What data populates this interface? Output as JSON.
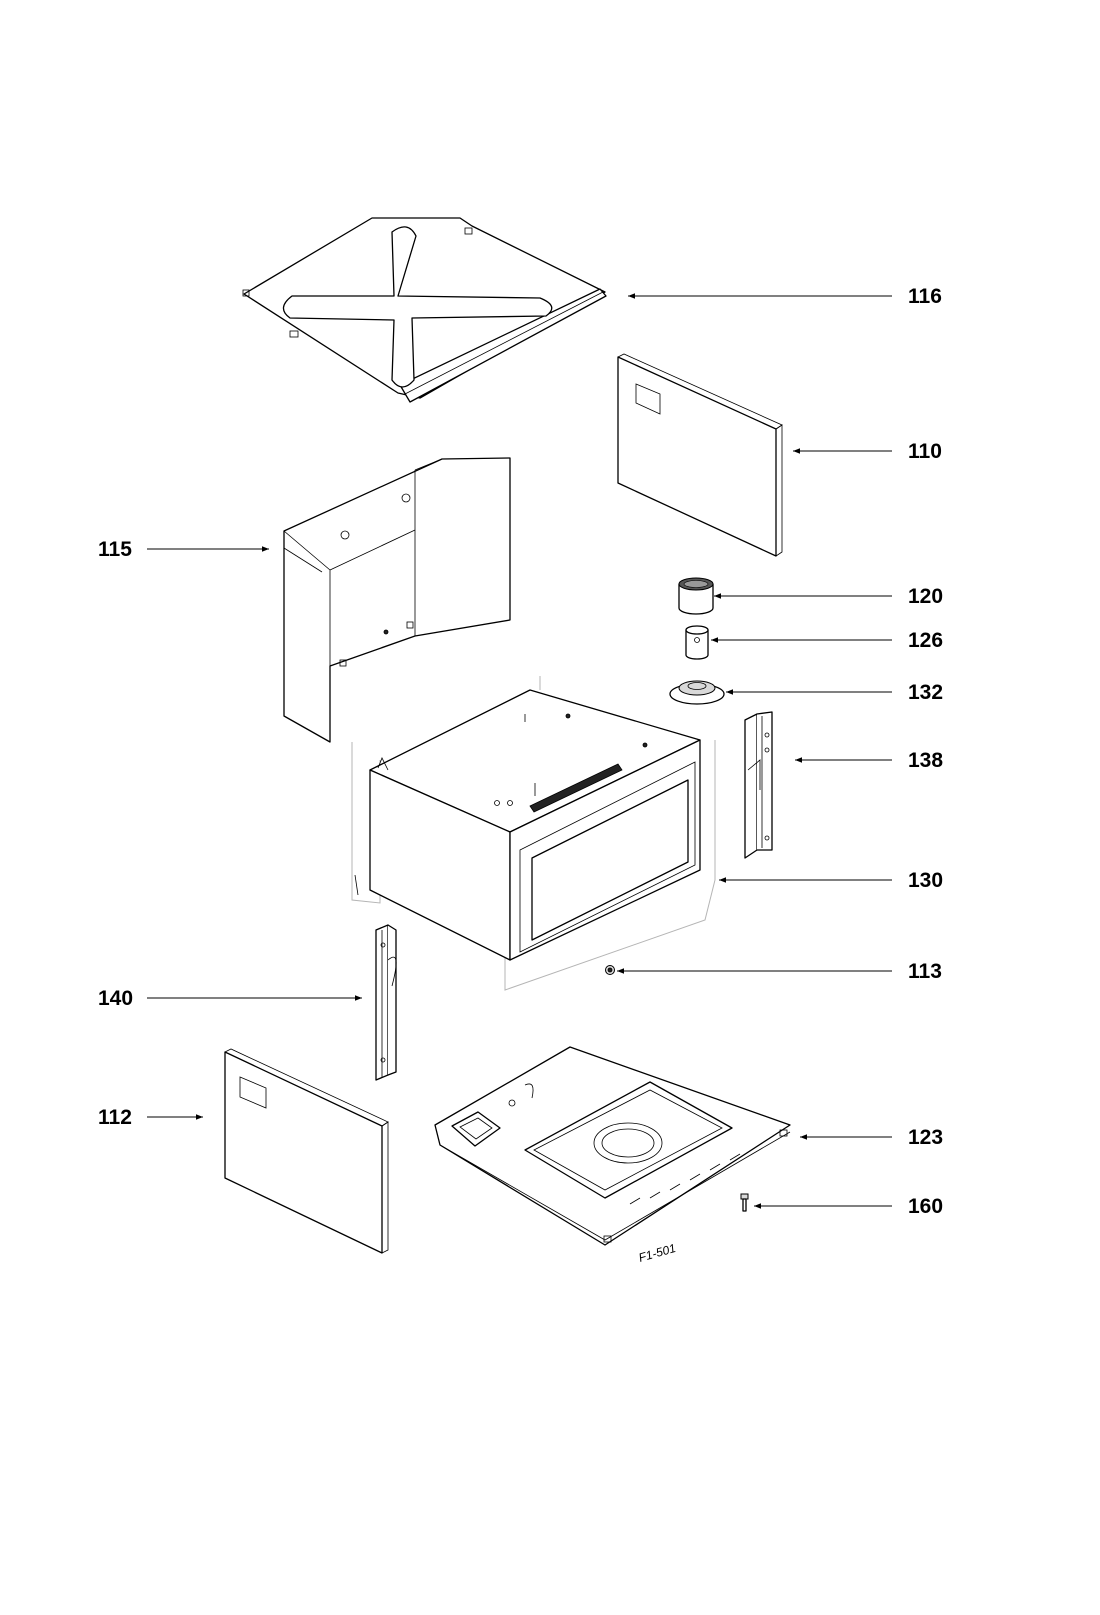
{
  "drawing_ref": "F1-501",
  "callouts": [
    {
      "id": "116",
      "label": "116"
    },
    {
      "id": "110",
      "label": "110"
    },
    {
      "id": "115",
      "label": "115"
    },
    {
      "id": "120",
      "label": "120"
    },
    {
      "id": "126",
      "label": "126"
    },
    {
      "id": "132",
      "label": "132"
    },
    {
      "id": "138",
      "label": "138"
    },
    {
      "id": "130",
      "label": "130"
    },
    {
      "id": "113",
      "label": "113"
    },
    {
      "id": "140",
      "label": "140"
    },
    {
      "id": "112",
      "label": "112"
    },
    {
      "id": "123",
      "label": "123"
    },
    {
      "id": "160",
      "label": "160"
    }
  ]
}
